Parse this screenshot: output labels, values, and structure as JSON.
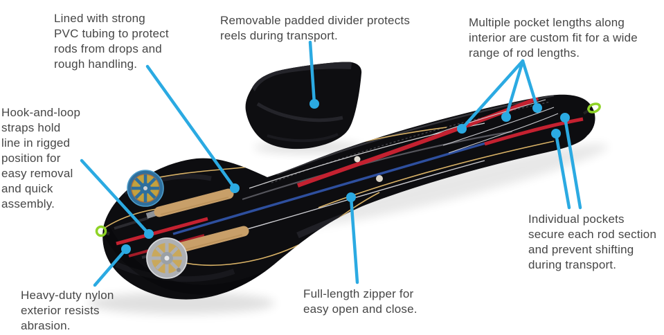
{
  "colors": {
    "accent_blue": "#2BAAE2",
    "text_gray": "#464646",
    "pull_green": "#8FD327",
    "case_black": "#0D0D10",
    "background": "#FFFFFF"
  },
  "callouts": {
    "pvc_lining": {
      "text": "Lined with strong\nPVC tubing to protect\nrods from drops and\nrough handling."
    },
    "divider": {
      "text": "Removable padded divider protects\nreels during transport."
    },
    "pocket_lengths": {
      "text": "Multiple pocket lengths along\ninterior are custom fit for a wide\nrange of rod lengths."
    },
    "hook_and_loop": {
      "text": "Hook-and-loop\nstraps hold\nline in rigged\nposition for\neasy removal\nand quick\nassembly."
    },
    "nylon_exterior": {
      "text": "Heavy-duty nylon\nexterior resists\nabrasion."
    },
    "zipper": {
      "text": "Full-length zipper for\neasy open and close."
    },
    "individual_pockets": {
      "text": "Individual pockets\nsecure each rod section\nand prevent shifting\nduring transport."
    }
  }
}
